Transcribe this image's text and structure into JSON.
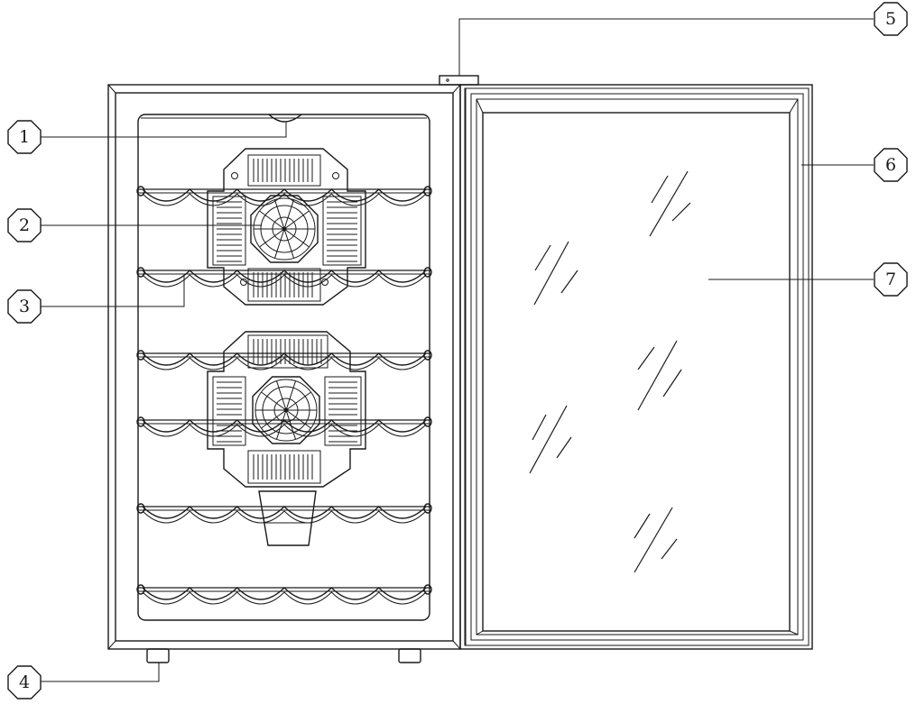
{
  "callouts": [
    {
      "num": "1",
      "part": "light"
    },
    {
      "num": "2",
      "part": "cooling-fan"
    },
    {
      "num": "3",
      "part": "wire-shelf"
    },
    {
      "num": "4",
      "part": "leveling-foot"
    },
    {
      "num": "5",
      "part": "control-panel"
    },
    {
      "num": "6",
      "part": "door-frame"
    },
    {
      "num": "7",
      "part": "glass-door"
    }
  ],
  "colors": {
    "line": "#1a1a1a",
    "background": "#ffffff"
  }
}
